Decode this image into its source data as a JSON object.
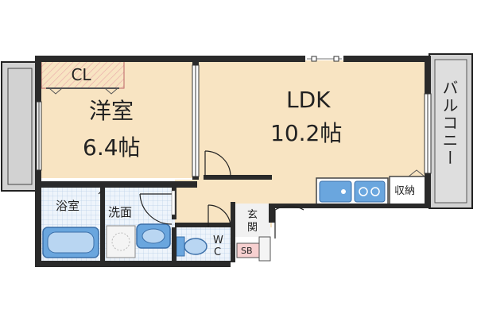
{
  "floorplan": {
    "rooms": {
      "western_room": {
        "name": "洋室",
        "size": "6.4帖"
      },
      "ldk": {
        "name": "LDK",
        "size": "10.2帖"
      },
      "closet": "CL",
      "bathroom": "浴室",
      "washroom": "洗面",
      "toilet_line1": "W",
      "toilet_line2": "C",
      "entrance_line1": "玄",
      "entrance_line2": "関",
      "shoe_box": "SB",
      "storage": "収納",
      "balcony": "バルコニー"
    },
    "colors": {
      "floor": "#f8e4c2",
      "closet": "#f7d0d0",
      "wall": "#2a2a2a",
      "wet_area": "#dce9f7",
      "fixture": "#6aa6de",
      "balcony": "#d2d2d2",
      "shoe_box": "#f7d0d0"
    }
  }
}
